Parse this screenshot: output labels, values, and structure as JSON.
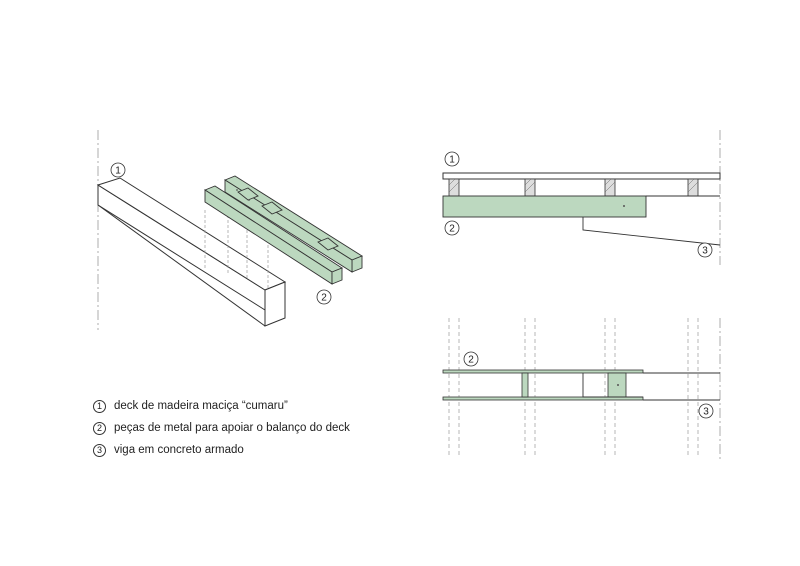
{
  "markers": {
    "deck": "1",
    "metal": "2",
    "beam": "3"
  },
  "legend": [
    {
      "number": "1",
      "text": "deck de madeira maciça “cumaru”"
    },
    {
      "number": "2",
      "text": "peças de metal para apoiar o balanço do deck"
    },
    {
      "number": "3",
      "text": "viga em concreto armado"
    }
  ],
  "colors": {
    "metal_fill": "#bcd8bf",
    "line": "#333333",
    "dash": "#999999"
  }
}
